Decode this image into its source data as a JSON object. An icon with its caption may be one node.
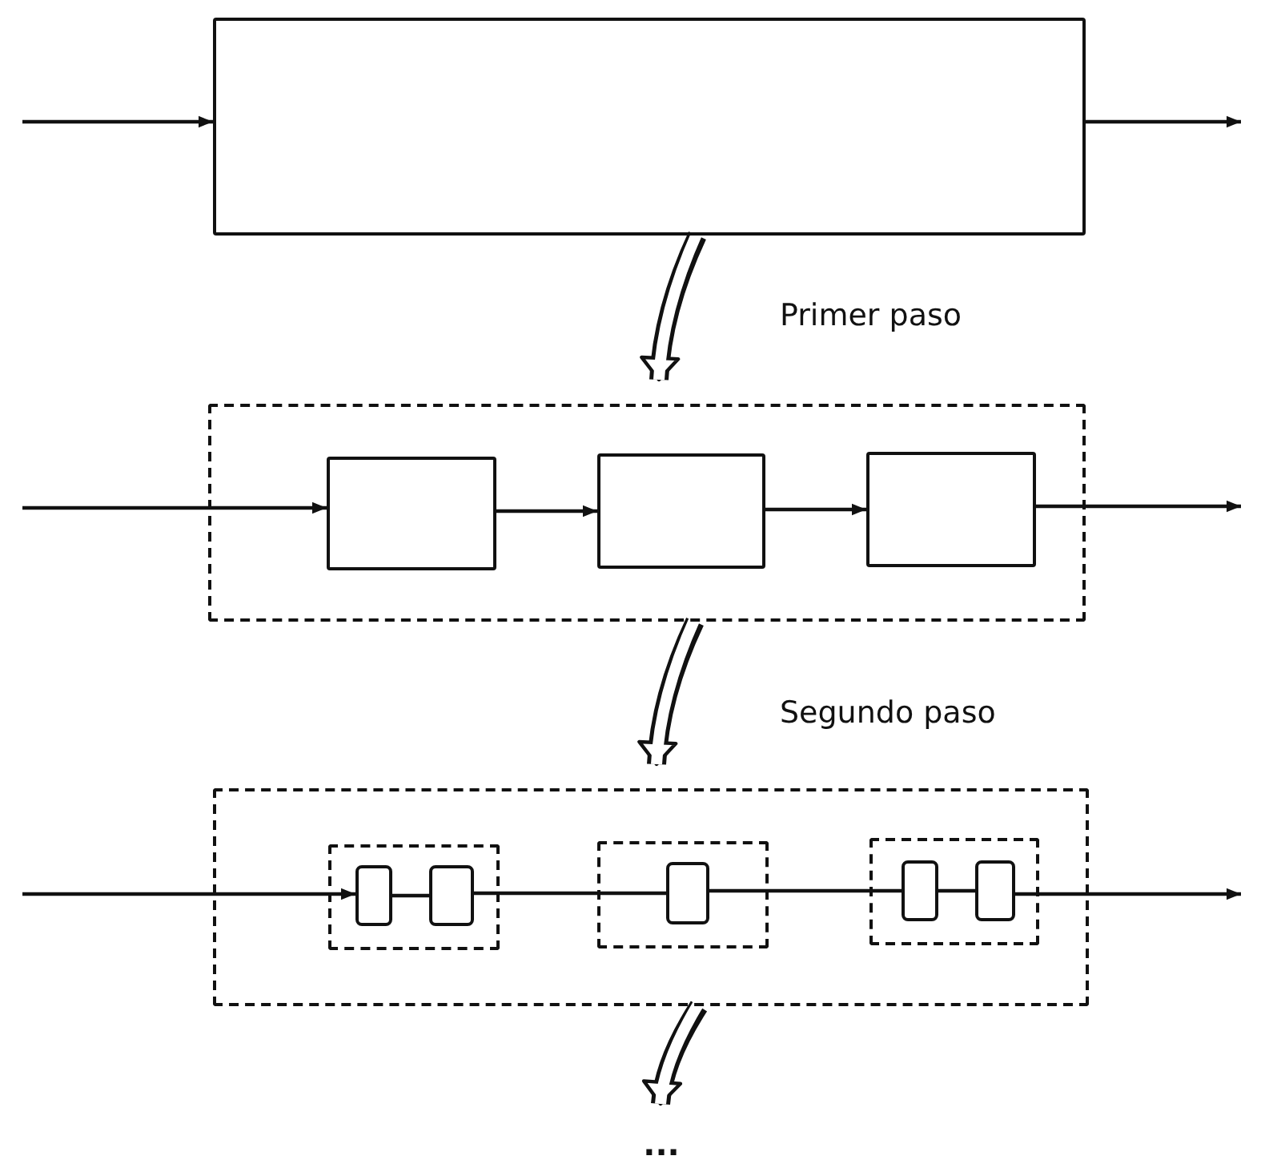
{
  "diagram": {
    "nodes": [
      {
        "text": [],
        "shape": "box"
      },
      {
        "text": [],
        "shape": "box"
      },
      {
        "text": [],
        "shape": "box",
        "in": 1
      },
      {
        "text": [],
        "shape": "box",
        "in": 1
      },
      {
        "text": [],
        "shape": "box",
        "in": 1
      },
      {
        "text": [],
        "shape": "box"
      },
      {
        "text": [],
        "shape": "box",
        "in": 5
      },
      {
        "text": [],
        "shape": "box",
        "in": 5
      },
      {
        "text": [],
        "shape": "box",
        "in": 5
      },
      {
        "text": [],
        "shape": "box",
        "in": 6
      },
      {
        "text": [],
        "shape": "box",
        "in": 6
      },
      {
        "text": [],
        "shape": "box",
        "in": 7
      },
      {
        "text": [],
        "shape": "box",
        "in": 8
      },
      {
        "text": [],
        "shape": "box",
        "in": 8
      },
      {
        "text": [
          "..."
        ]
      }
    ],
    "edges": [
      {
        "from": null,
        "to": 0,
        "arrow": "to"
      },
      {
        "from": 0,
        "to": null,
        "arrow": "to"
      },
      {
        "from": 0,
        "to": 1,
        "arrow": "to",
        "style": "thick"
      },
      {
        "from": null,
        "to": 2,
        "arrow": "to"
      },
      {
        "from": 2,
        "to": 3,
        "arrow": "to"
      },
      {
        "from": 3,
        "to": 4,
        "arrow": "to"
      },
      {
        "from": 4,
        "to": null,
        "arrow": "to"
      },
      {
        "from": 1,
        "to": 5,
        "arrow": "to",
        "style": "thick"
      },
      {
        "from": null,
        "to": 9,
        "arrow": "to"
      },
      {
        "from": 9,
        "to": 10,
        "arrow": "none"
      },
      {
        "from": 10,
        "to": 11,
        "arrow": "none"
      },
      {
        "from": 11,
        "to": 12,
        "arrow": "none"
      },
      {
        "from": 12,
        "to": 13,
        "arrow": "none"
      },
      {
        "from": 13,
        "to": null,
        "arrow": "to"
      },
      {
        "from": 5,
        "to": 14,
        "arrow": "to",
        "style": "thick"
      }
    ],
    "labels": [
      "Primer paso",
      "Segundo paso"
    ]
  }
}
